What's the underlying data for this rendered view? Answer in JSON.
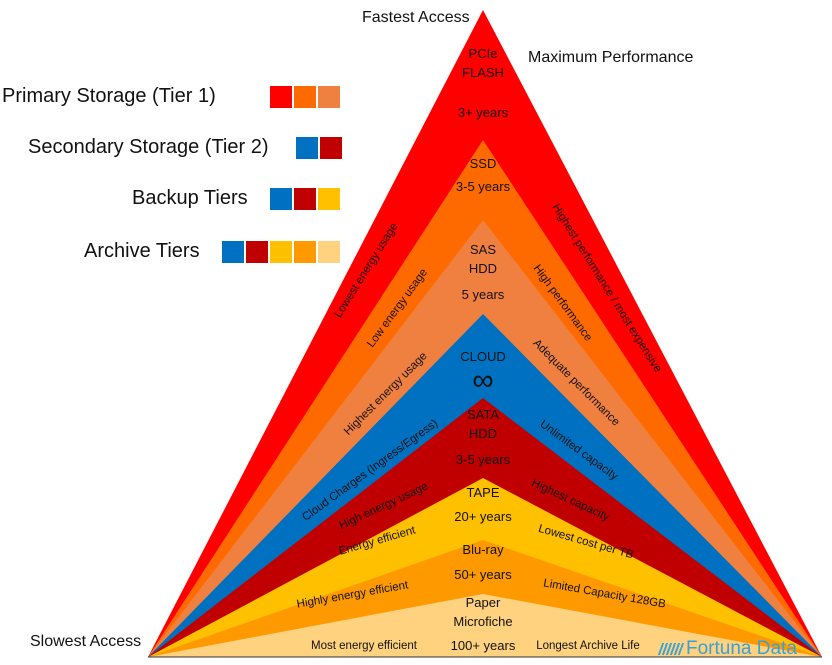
{
  "labels": {
    "fastest_access": "Fastest Access",
    "slowest_access": "Slowest Access",
    "maximum_performance": "Maximum Performance"
  },
  "legend": [
    {
      "label": "Primary Storage (Tier 1)",
      "colors": [
        "#ff0000",
        "#ff6a00",
        "#f08040"
      ]
    },
    {
      "label": "Secondary Storage (Tier 2)",
      "colors": [
        "#0070c0",
        "#c00000"
      ]
    },
    {
      "label": "Backup Tiers",
      "colors": [
        "#0070c0",
        "#c00000",
        "#ffc000"
      ]
    },
    {
      "label": "Archive Tiers",
      "colors": [
        "#0070c0",
        "#c00000",
        "#ffc000",
        "#ff9900",
        "#ffd27f"
      ]
    }
  ],
  "layers": [
    {
      "name": "PCIe FLASH",
      "color": "#ff0000"
    },
    {
      "name": "SSD",
      "color": "#ff6a00"
    },
    {
      "name": "SAS HDD",
      "color": "#f08040"
    },
    {
      "name": "CLOUD",
      "color": "#0070c0"
    },
    {
      "name": "SATA HDD",
      "color": "#c00000"
    },
    {
      "name": "TAPE",
      "color": "#ffc000"
    },
    {
      "name": "Blu-ray",
      "color": "#ff9900"
    },
    {
      "name": "Paper Microfiche",
      "color": "#ffd27f"
    }
  ],
  "tiers": {
    "pcie": {
      "line1": "PCIe",
      "line2": "FLASH",
      "life": "3+ years"
    },
    "ssd": {
      "line1": "SSD",
      "life": "3-5 years"
    },
    "sas": {
      "line1": "SAS",
      "line2": "HDD",
      "life": "5 years"
    },
    "cloud": {
      "line1": "CLOUD",
      "symbol": "∞"
    },
    "sata": {
      "line1": "SATA",
      "line2": "HDD",
      "life": "3-5 years"
    },
    "tape": {
      "line1": "TAPE",
      "life": "20+ years"
    },
    "bluray": {
      "line1": "Blu-ray",
      "life": "50+ years"
    },
    "paper": {
      "line1": "Paper",
      "line2": "Microfiche",
      "life": "100+ years"
    }
  },
  "left_notes": [
    "Lowest energy usage",
    "Low energy usage",
    "Highest energy usage",
    "Cloud Charges (Ingress/Egress)",
    "High energy usage",
    "Energy efficient",
    "Highly energy efficient",
    "Most energy efficient"
  ],
  "right_notes": [
    "Highest performance / most expensive",
    "High performance",
    "Adequate performance",
    "Unlimited capacity",
    "Highest capacity",
    "Lowest cost per TB",
    "Limited Capacity 128GB",
    "Longest  Archive Life"
  ],
  "logo": {
    "text": "Fortuna Data"
  }
}
